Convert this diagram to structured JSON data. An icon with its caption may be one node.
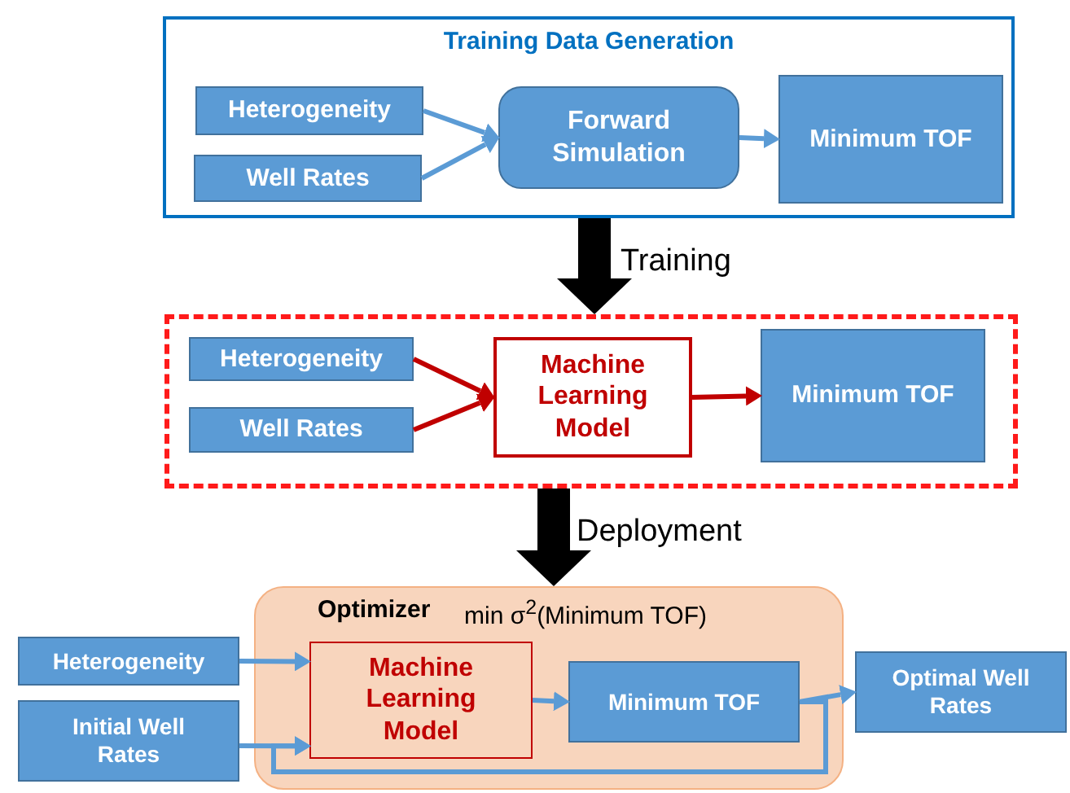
{
  "diagram": {
    "nodes": [
      {
        "text": [
          "Training Data Generation"
        ]
      },
      {
        "text": [
          "Heterogeneity"
        ],
        "in": 0
      },
      {
        "text": [
          "Well Rates"
        ],
        "in": 0
      },
      {
        "text": [
          "Forward Simulation"
        ],
        "in": 0
      },
      {
        "text": [
          "Minimum TOF"
        ],
        "in": 0
      },
      {
        "text": [],
        "shape": "box"
      },
      {
        "text": [
          "Heterogeneity"
        ],
        "in": 5
      },
      {
        "text": [
          "Well Rates"
        ],
        "in": 5
      },
      {
        "text": [
          "Machine Learning Model"
        ],
        "in": 5
      },
      {
        "text": [
          "Minimum TOF"
        ],
        "in": 5
      },
      {
        "text": [
          "Optimizer",
          "min σ$^{2}$(Minimum TOF)"
        ]
      },
      {
        "text": [
          "Heterogeneity"
        ]
      },
      {
        "text": [
          "Initial Well Rates"
        ]
      },
      {
        "text": [
          "Machine Learning Model"
        ],
        "in": 10
      },
      {
        "text": [
          "Minimum TOF"
        ],
        "in": 10
      },
      {
        "text": [
          "Optimal Well Rates"
        ]
      }
    ],
    "edges": [
      {
        "from": 1,
        "to": 3,
        "arrow": "to"
      },
      {
        "from": 2,
        "to": 3,
        "arrow": "to"
      },
      {
        "from": 3,
        "to": 4,
        "arrow": "to"
      },
      {
        "from": 0,
        "to": 5,
        "arrow": "to",
        "label": "Training",
        "style": "thick",
        "color": "#000000"
      },
      {
        "from": 6,
        "to": 8,
        "arrow": "to",
        "color": "#c00000"
      },
      {
        "from": 7,
        "to": 8,
        "arrow": "to",
        "color": "#c00000"
      },
      {
        "from": 8,
        "to": 9,
        "arrow": "to",
        "color": "#c00000"
      },
      {
        "from": 5,
        "to": 10,
        "arrow": "to",
        "label": "Deployment",
        "style": "thick",
        "color": "#000000"
      },
      {
        "from": 11,
        "to": 13,
        "arrow": "to"
      },
      {
        "from": 12,
        "to": 13,
        "arrow": "to"
      },
      {
        "from": 13,
        "to": 14,
        "arrow": "to"
      },
      {
        "from": 14,
        "to": 15,
        "arrow": "to"
      },
      {
        "from": 14,
        "to": 13,
        "arrow": "to"
      }
    ]
  }
}
